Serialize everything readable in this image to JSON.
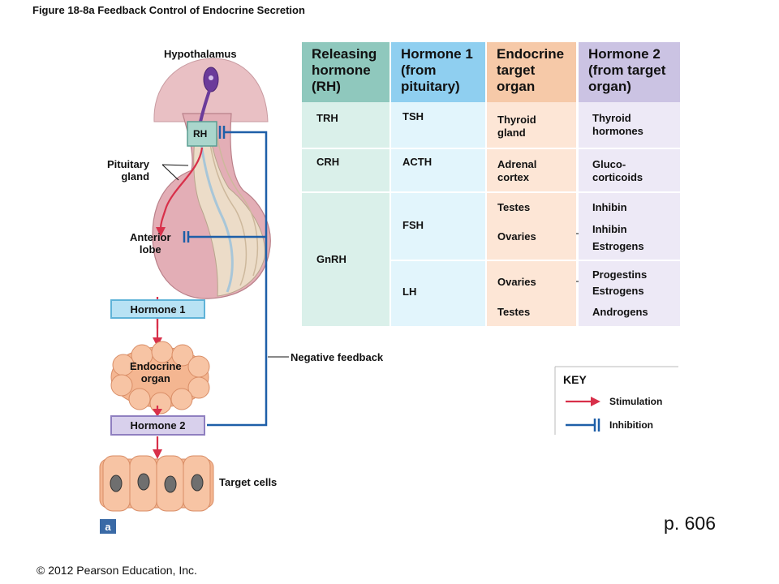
{
  "figure_title": "Figure 18-8a  Feedback Control of Endocrine Secretion",
  "diagram_labels": {
    "hypothalamus": "Hypothalamus",
    "rh": "RH",
    "pituitary_gland": "Pituitary\ngland",
    "anterior_lobe": "Anterior\nlobe",
    "hormone_1": "Hormone 1",
    "endocrine_organ": "Endocrine\norgan",
    "hormone_2": "Hormone 2",
    "target_cells": "Target cells",
    "negative_feedback": "Negative feedback"
  },
  "table": {
    "headers": {
      "releasing": "Releasing\nhormone\n(RH)",
      "hormone1": "Hormone 1\n(from\npituitary)",
      "organ": "Endocrine\ntarget\norgan",
      "hormone2": "Hormone 2\n(from target\norgan)"
    },
    "rows": {
      "trh": "TRH",
      "tsh": "TSH",
      "thyroid_gland": "Thyroid\ngland",
      "thyroid_hormones": "Thyroid\nhormones",
      "crh": "CRH",
      "acth": "ACTH",
      "adrenal_cortex": "Adrenal\ncortex",
      "glucocorticoids": "Gluco-\ncorticoids",
      "gnrh": "GnRH",
      "fsh": "FSH",
      "testes_1": "Testes",
      "ovaries_1": "Ovaries",
      "inhibin_1": "Inhibin",
      "inhibin_2": "Inhibin",
      "estrogens_1": "Estrogens",
      "lh": "LH",
      "ovaries_2": "Ovaries",
      "testes_2": "Testes",
      "progestins": "Progestins",
      "estrogens_2": "Estrogens",
      "androgens": "Androgens"
    }
  },
  "key": {
    "title": "KEY",
    "stimulation": "Stimulation",
    "inhibition": "Inhibition"
  },
  "panel_letter": "a",
  "page_number": "p.  606",
  "copyright": "© 2012 Pearson Education, Inc.",
  "colors": {
    "stimulation": "#d8304a",
    "inhibition": "#1e5fa8",
    "releasing_header": "#8fc8bd",
    "releasing_body": "#daf0ea",
    "hormone1_header": "#8fcff0",
    "hormone1_body": "#e2f5fc",
    "organ_header": "#f6c9a8",
    "organ_body": "#fde6d6",
    "hormone2_header": "#cbc3e3",
    "hormone2_body": "#ede9f6"
  }
}
